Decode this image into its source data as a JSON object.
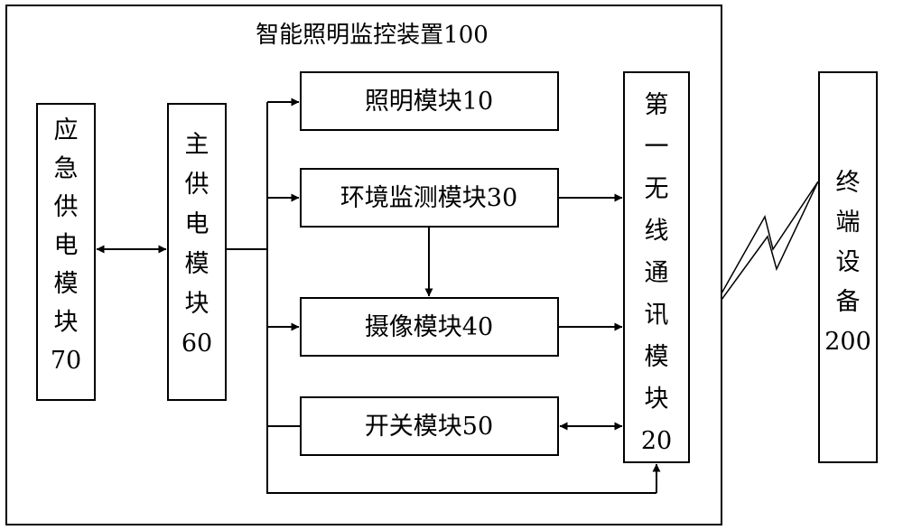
{
  "device": {
    "title": "智能照明监控装置100"
  },
  "modules": {
    "emergency": {
      "chars": [
        "应",
        "急",
        "供",
        "电",
        "模",
        "块",
        "70"
      ]
    },
    "main_power": {
      "chars": [
        "主",
        "供",
        "电",
        "模",
        "块",
        "60"
      ]
    },
    "lighting": {
      "label": "照明模块10"
    },
    "env_monitor": {
      "label": "环境监测模块30"
    },
    "camera": {
      "label": "摄像模块40"
    },
    "switch": {
      "label": "开关模块50"
    },
    "wireless": {
      "chars": [
        "第",
        "一",
        "无",
        "线",
        "通",
        "讯",
        "模",
        "块",
        "20"
      ]
    },
    "terminal": {
      "chars": [
        "终",
        "端",
        "设",
        "备",
        "200"
      ]
    }
  }
}
